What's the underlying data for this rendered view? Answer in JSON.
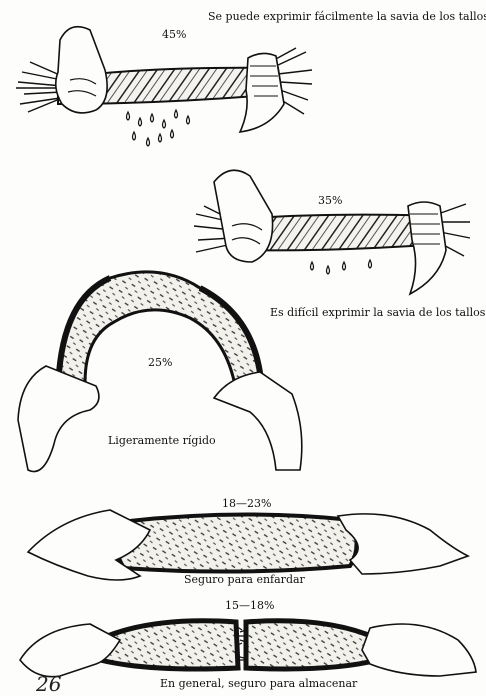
{
  "panels": [
    {
      "percent": "45%",
      "caption": "Se puede exprimir fácilmente la savia de los tallos"
    },
    {
      "percent": "35%",
      "caption": "Es difícil exprimir la savia de los tallos"
    },
    {
      "percent": "25%",
      "caption": "Ligeramente rígido"
    },
    {
      "percent": "18—23%",
      "caption": "Seguro para enfardar"
    },
    {
      "percent": "15—18%",
      "caption": "En general, seguro para almacenar"
    }
  ],
  "page_mark": "26"
}
